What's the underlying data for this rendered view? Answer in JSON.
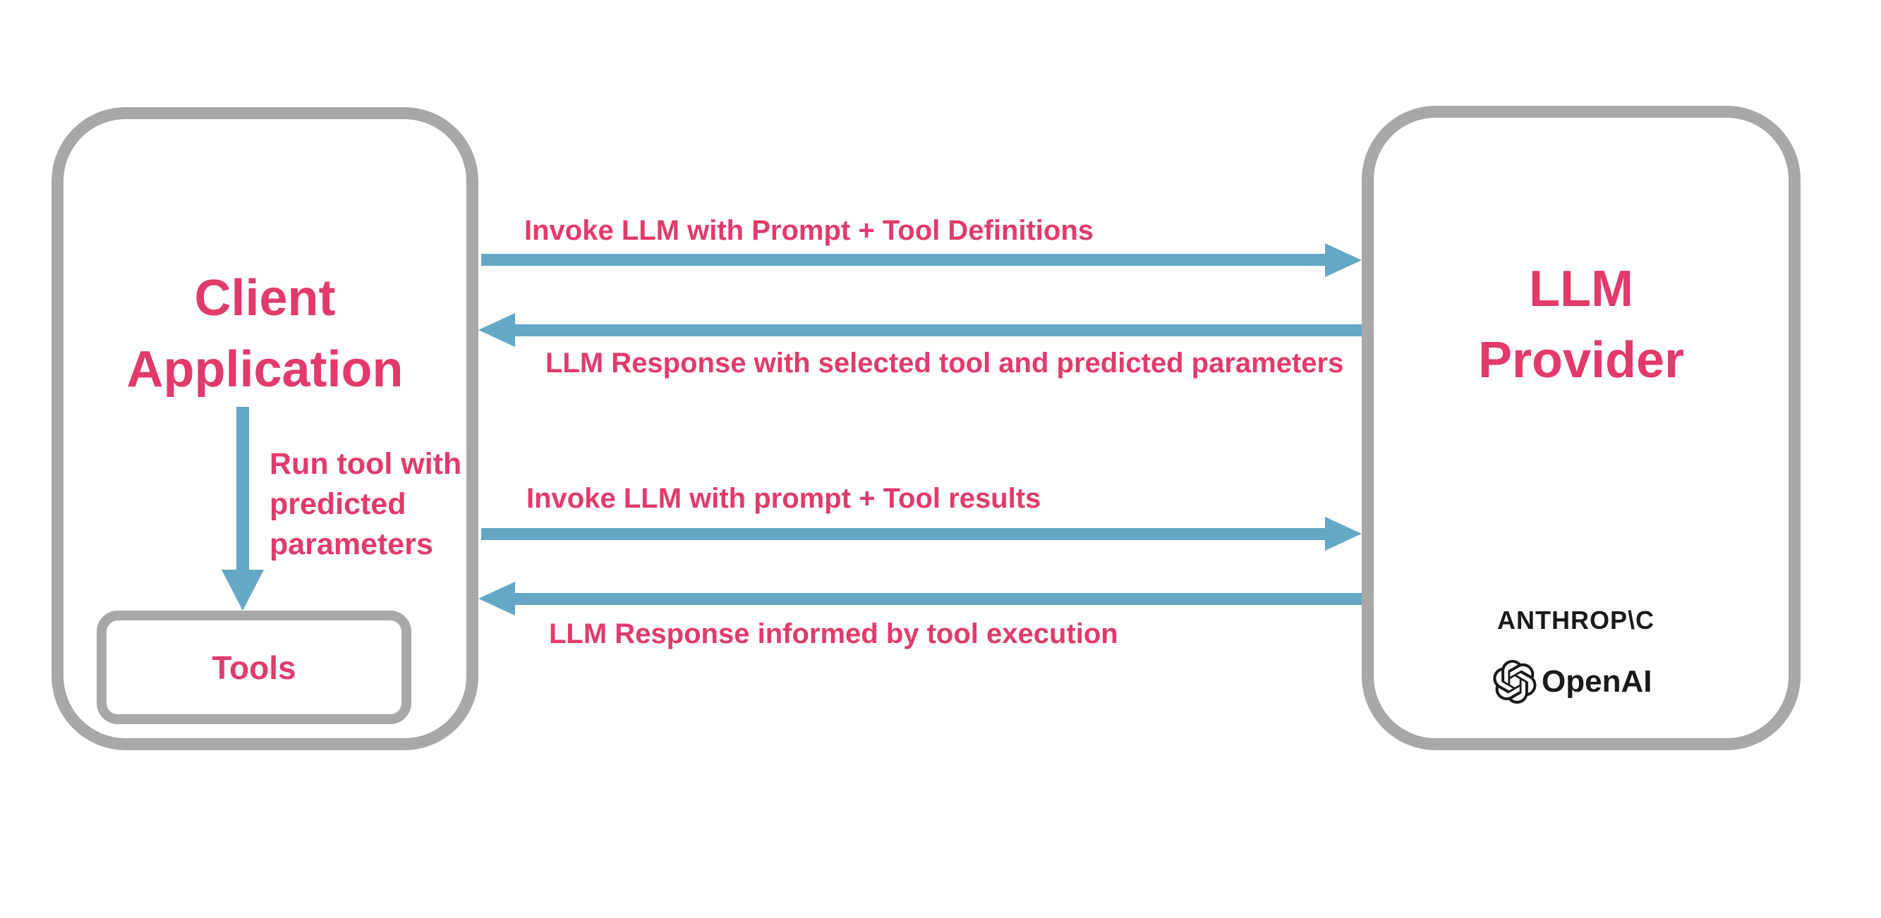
{
  "colors": {
    "pink": "#e23a6a",
    "blue": "#64a8c5",
    "gray": "#a8a8a8",
    "dark": "#1a1a1a",
    "background": "#ffffff"
  },
  "client_box": {
    "title_lines": [
      "Client",
      "Application"
    ]
  },
  "tools_box": {
    "label": "Tools"
  },
  "llm_box": {
    "title_lines": [
      "LLM",
      "Provider"
    ],
    "anthropic_wordmark": "ANTHROP\\C",
    "openai_wordmark": "OpenAI",
    "openai_icon": "openai-flower-icon"
  },
  "messages": {
    "request_1": "Invoke LLM with Prompt + Tool Definitions",
    "response_1": "LLM Response with selected tool and predicted parameters",
    "request_2": "Invoke LLM with prompt + Tool results",
    "response_2": "LLM Response informed by tool execution",
    "run_tool_lines": [
      "Run tool with",
      "predicted",
      "parameters"
    ]
  }
}
